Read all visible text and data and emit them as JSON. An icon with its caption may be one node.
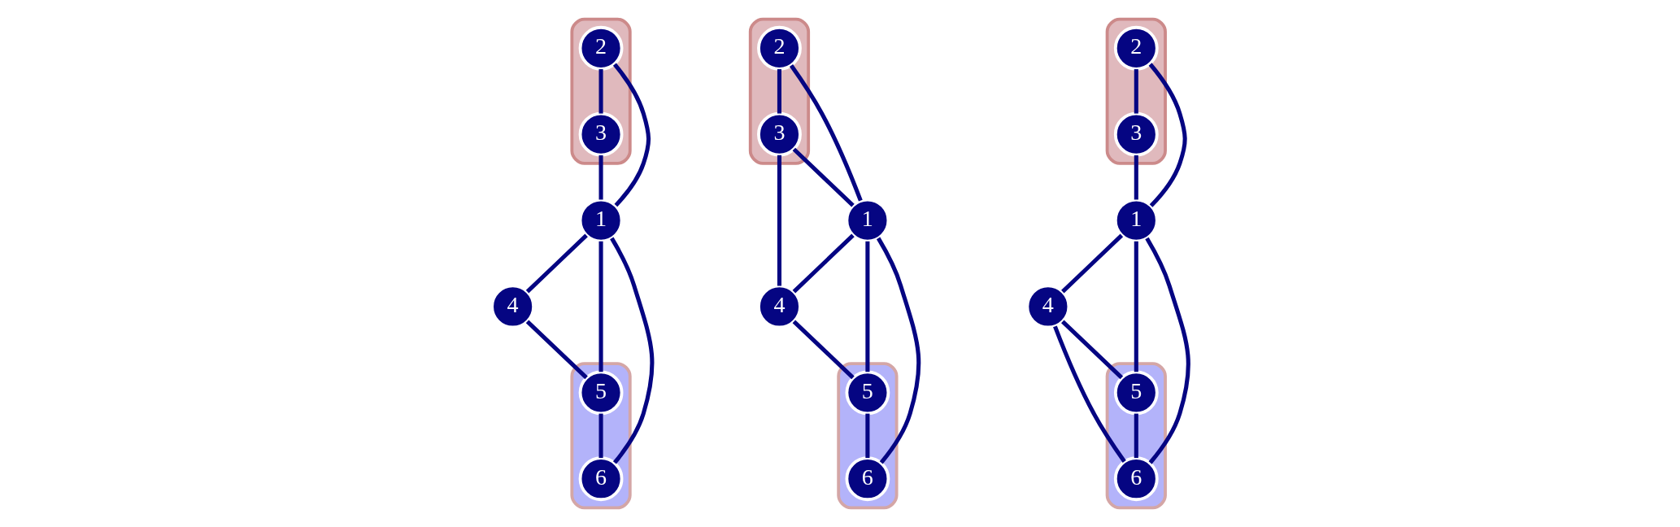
{
  "diagram": {
    "nodes": [
      {
        "text": [],
        "shape": "band"
      },
      {
        "text": [
          "2"
        ],
        "in": 0
      },
      {
        "text": [
          "3"
        ],
        "in": 0
      },
      {
        "text": [
          "1"
        ]
      },
      {
        "text": [
          "4"
        ]
      },
      {
        "text": [],
        "shape": "band"
      },
      {
        "text": [
          "6"
        ],
        "in": 5
      },
      {
        "text": [
          "5"
        ],
        "in": 5
      },
      {
        "text": [],
        "shape": "band"
      },
      {
        "text": [
          "2"
        ],
        "in": 8
      },
      {
        "text": [
          "3"
        ],
        "in": 8
      },
      {
        "text": [
          "1"
        ]
      },
      {
        "text": [
          "4"
        ]
      },
      {
        "text": [],
        "shape": "band"
      },
      {
        "text": [
          "6"
        ],
        "in": 13
      },
      {
        "text": [
          "5"
        ],
        "in": 13
      },
      {
        "text": [],
        "shape": "band"
      },
      {
        "text": [
          "2"
        ],
        "in": 16
      },
      {
        "text": [
          "3"
        ],
        "in": 16
      },
      {
        "text": [
          "1"
        ]
      },
      {
        "text": [
          "4"
        ]
      },
      {
        "text": [],
        "shape": "band"
      },
      {
        "text": [
          "6"
        ],
        "in": 21
      },
      {
        "text": [
          "5"
        ],
        "in": 21
      }
    ],
    "edges": [
      {
        "from": 1,
        "to": 2,
        "arrow": "none"
      },
      {
        "from": 1,
        "to": 3,
        "arrow": "none"
      },
      {
        "from": 2,
        "to": 3,
        "arrow": "none"
      },
      {
        "from": 3,
        "to": 4,
        "arrow": "none"
      },
      {
        "from": 3,
        "to": 7,
        "arrow": "none"
      },
      {
        "from": 3,
        "to": 6,
        "arrow": "none"
      },
      {
        "from": 4,
        "to": 7,
        "arrow": "none"
      },
      {
        "from": 7,
        "to": 6,
        "arrow": "none"
      },
      {
        "from": 9,
        "to": 10,
        "arrow": "none"
      },
      {
        "from": 9,
        "to": 11,
        "arrow": "none"
      },
      {
        "from": 10,
        "to": 11,
        "arrow": "none"
      },
      {
        "from": 10,
        "to": 12,
        "arrow": "none"
      },
      {
        "from": 11,
        "to": 12,
        "arrow": "none"
      },
      {
        "from": 11,
        "to": 15,
        "arrow": "none"
      },
      {
        "from": 11,
        "to": 14,
        "arrow": "none"
      },
      {
        "from": 12,
        "to": 15,
        "arrow": "none"
      },
      {
        "from": 15,
        "to": 14,
        "arrow": "none"
      },
      {
        "from": 17,
        "to": 18,
        "arrow": "none"
      },
      {
        "from": 17,
        "to": 19,
        "arrow": "none"
      },
      {
        "from": 18,
        "to": 19,
        "arrow": "none"
      },
      {
        "from": 19,
        "to": 20,
        "arrow": "none"
      },
      {
        "from": 19,
        "to": 23,
        "arrow": "none"
      },
      {
        "from": 19,
        "to": 22,
        "arrow": "none"
      },
      {
        "from": 20,
        "to": 22,
        "arrow": "none"
      },
      {
        "from": 20,
        "to": 23,
        "arrow": "none"
      },
      {
        "from": 23,
        "to": 22,
        "arrow": "none"
      }
    ]
  }
}
